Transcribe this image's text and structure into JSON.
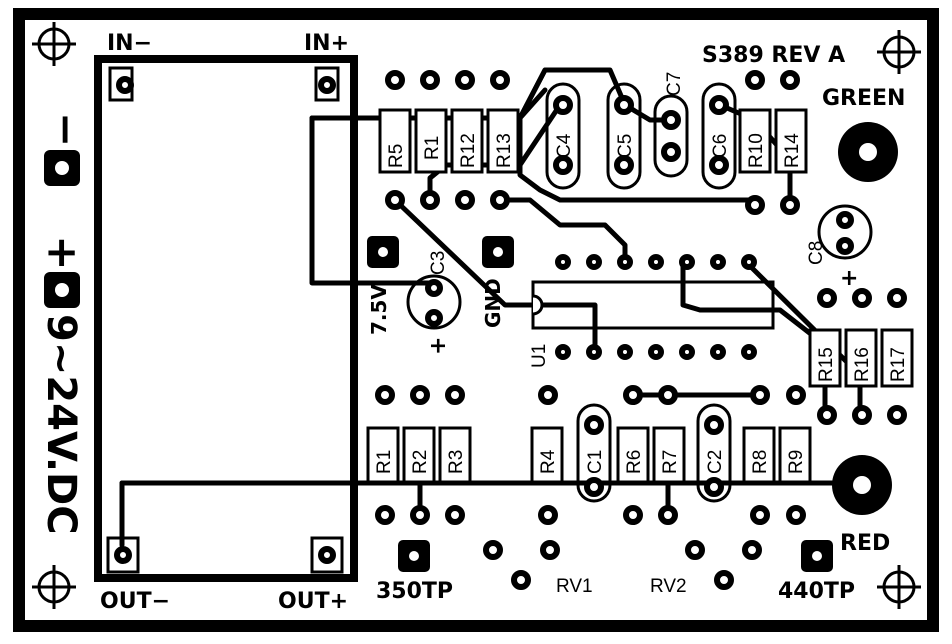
{
  "board": {
    "title": "S389 REV A",
    "status_led_label": "GREEN",
    "power_led_label": "RED"
  },
  "module": {
    "in_minus": "IN−",
    "in_plus": "IN+",
    "out_minus": "OUT−",
    "out_plus": "OUT+"
  },
  "power_input": {
    "minus_sign": "−",
    "plus_sign": "+",
    "voltage": "9~24V.DC"
  },
  "test_points": {
    "reg": "7.5V",
    "gnd": "GND",
    "tp350": "350TP",
    "tp440": "440TP"
  },
  "ic": {
    "label": "U1"
  },
  "polarity_marks": {
    "c3": "+",
    "c8": "+"
  },
  "components": {
    "r5": "R5",
    "r1_top": "R1",
    "r12": "R12",
    "r13": "R13",
    "c4": "C4",
    "c5": "C5",
    "c6": "C6",
    "c7": "C7",
    "c3": "C3",
    "c8": "C8",
    "r10": "R10",
    "r14": "R14",
    "r15": "R15",
    "r16": "R16",
    "r17": "R17",
    "r1": "R1",
    "r2": "R2",
    "r3": "R3",
    "r4": "R4",
    "c1": "C1",
    "c2": "C2",
    "r6": "R6",
    "r7": "R7",
    "r8": "R8",
    "r9": "R9",
    "rv1": "RV1",
    "rv2": "RV2"
  }
}
